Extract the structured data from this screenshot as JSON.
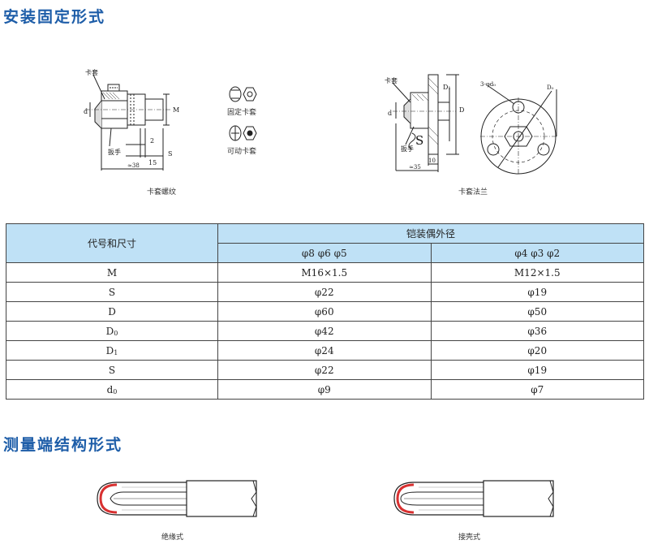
{
  "sections": {
    "install_title": "安装固定形式",
    "measure_title": "测量端结构形式"
  },
  "figures": {
    "thread": {
      "caption": "卡套螺纹",
      "labels": {
        "ferrule": "卡套",
        "wrench": "扳手",
        "d": "d",
        "M": "M",
        "S": "S",
        "two": "2",
        "fifteen": "15",
        "approx38": "≈38"
      }
    },
    "ferrule_types": {
      "fixed": "固定卡套",
      "movable": "可动卡套"
    },
    "flange": {
      "caption": "卡套法兰",
      "labels": {
        "ferrule": "卡套",
        "wrench": "扳手",
        "d0": "d",
        "D1": "D₁",
        "D": "D",
        "S": "S",
        "ten": "10",
        "approx35": "≈35",
        "holes": "3-φd₀",
        "D0": "D₀"
      }
    },
    "insulated": {
      "caption": "绝缘式"
    },
    "grounded": {
      "caption": "接壳式"
    }
  },
  "table": {
    "header_label": "代号和尺寸",
    "group_label": "铠装偶外径",
    "sub_headers": [
      "φ8 φ6 φ5",
      "φ4 φ3 φ2"
    ],
    "rows": [
      {
        "code": "M",
        "sub": "",
        "v1": "M16×1.5",
        "v2": "M12×1.5"
      },
      {
        "code": "S",
        "sub": "",
        "v1": "φ22",
        "v2": "φ19"
      },
      {
        "code": "D",
        "sub": "",
        "v1": "φ60",
        "v2": "φ50"
      },
      {
        "code": "D",
        "sub": "0",
        "v1": "φ42",
        "v2": "φ36"
      },
      {
        "code": "D",
        "sub": "1",
        "v1": "φ24",
        "v2": "φ20"
      },
      {
        "code": "S",
        "sub": "",
        "v1": "φ22",
        "v2": "φ19"
      },
      {
        "code": "d",
        "sub": "0",
        "v1": "φ9",
        "v2": "φ7"
      }
    ]
  },
  "colors": {
    "title": "#1d5da8",
    "table_header": "#bfe1f6",
    "probe_tip": "#d83030"
  }
}
